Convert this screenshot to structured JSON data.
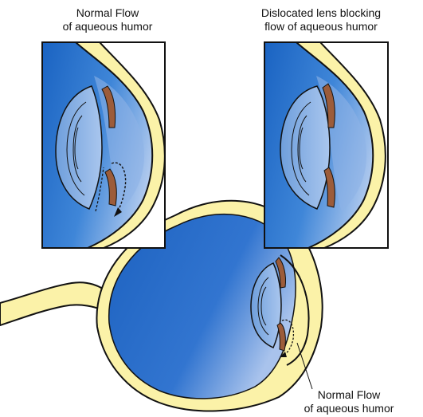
{
  "labels": {
    "top_left": [
      "Normal Flow",
      "of aqueous humor"
    ],
    "top_right": [
      "Dislocated lens blocking",
      "flow of aqueous humor"
    ],
    "bottom": [
      "Normal Flow",
      "of aqueous humor"
    ]
  },
  "colors": {
    "vitreous_dark": "#1a63c2",
    "vitreous_light": "#b6cdef",
    "sclera": "#fbf2a8",
    "outline": "#111111",
    "iris": "#9c5c3a",
    "background": "#ffffff"
  }
}
